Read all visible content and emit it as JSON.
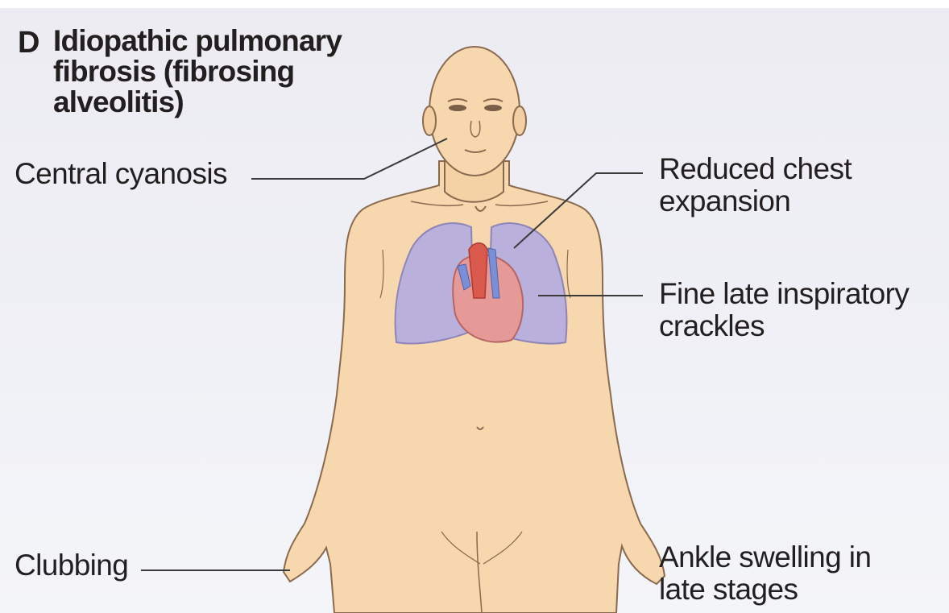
{
  "figure": {
    "panel_letter": "D",
    "title_lines": [
      "Idiopathic pulmonary",
      "fibrosis (fibrosing",
      "alveolitis)"
    ]
  },
  "labels": {
    "central_cyanosis": [
      "Central cyanosis"
    ],
    "reduced_chest_expansion": [
      "Reduced chest",
      "expansion"
    ],
    "fine_late_inspiratory_crackles": [
      "Fine late inspiratory",
      "crackles"
    ],
    "clubbing": [
      "Clubbing"
    ],
    "ankle_swelling": [
      "Ankle swelling in",
      "late stages"
    ]
  },
  "colors": {
    "skin": "#f6d7ae",
    "skin_outline": "#8a6a4e",
    "lung": "#b9b0dc",
    "heart": "#e59a98",
    "leader_line": "#3a3a3a"
  }
}
